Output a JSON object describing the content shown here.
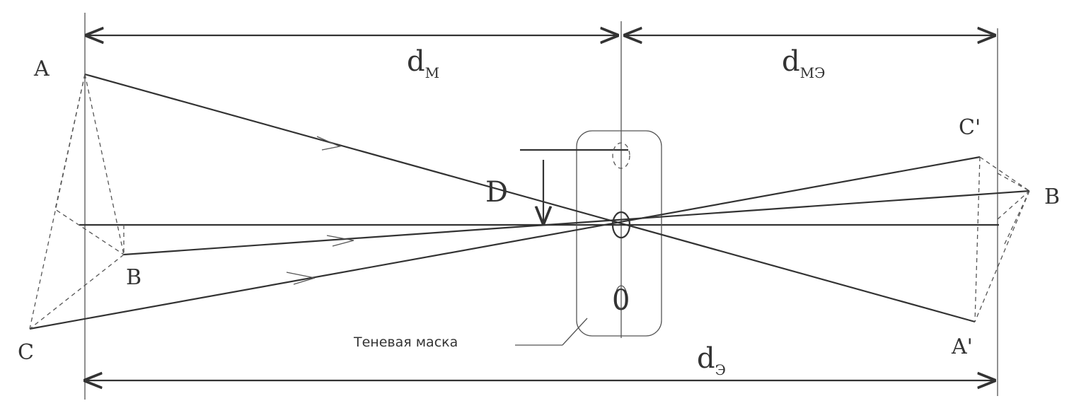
{
  "labels": {
    "point_A": "A",
    "point_B": "B",
    "point_C": "C",
    "point_D": "D",
    "point_O": "0",
    "point_A_prime": "A'",
    "point_B_prime": "B",
    "point_C_prime": "C'",
    "dim_dm_main": "d",
    "dim_dm_sub": "M",
    "dim_dme_main": "d",
    "dim_dme_sub": "MЭ",
    "dim_de_main": "d",
    "dim_de_sub": "Э",
    "mask_label": "Теневая маска"
  },
  "colors": {
    "ink": "#333333",
    "background": "#ffffff"
  }
}
